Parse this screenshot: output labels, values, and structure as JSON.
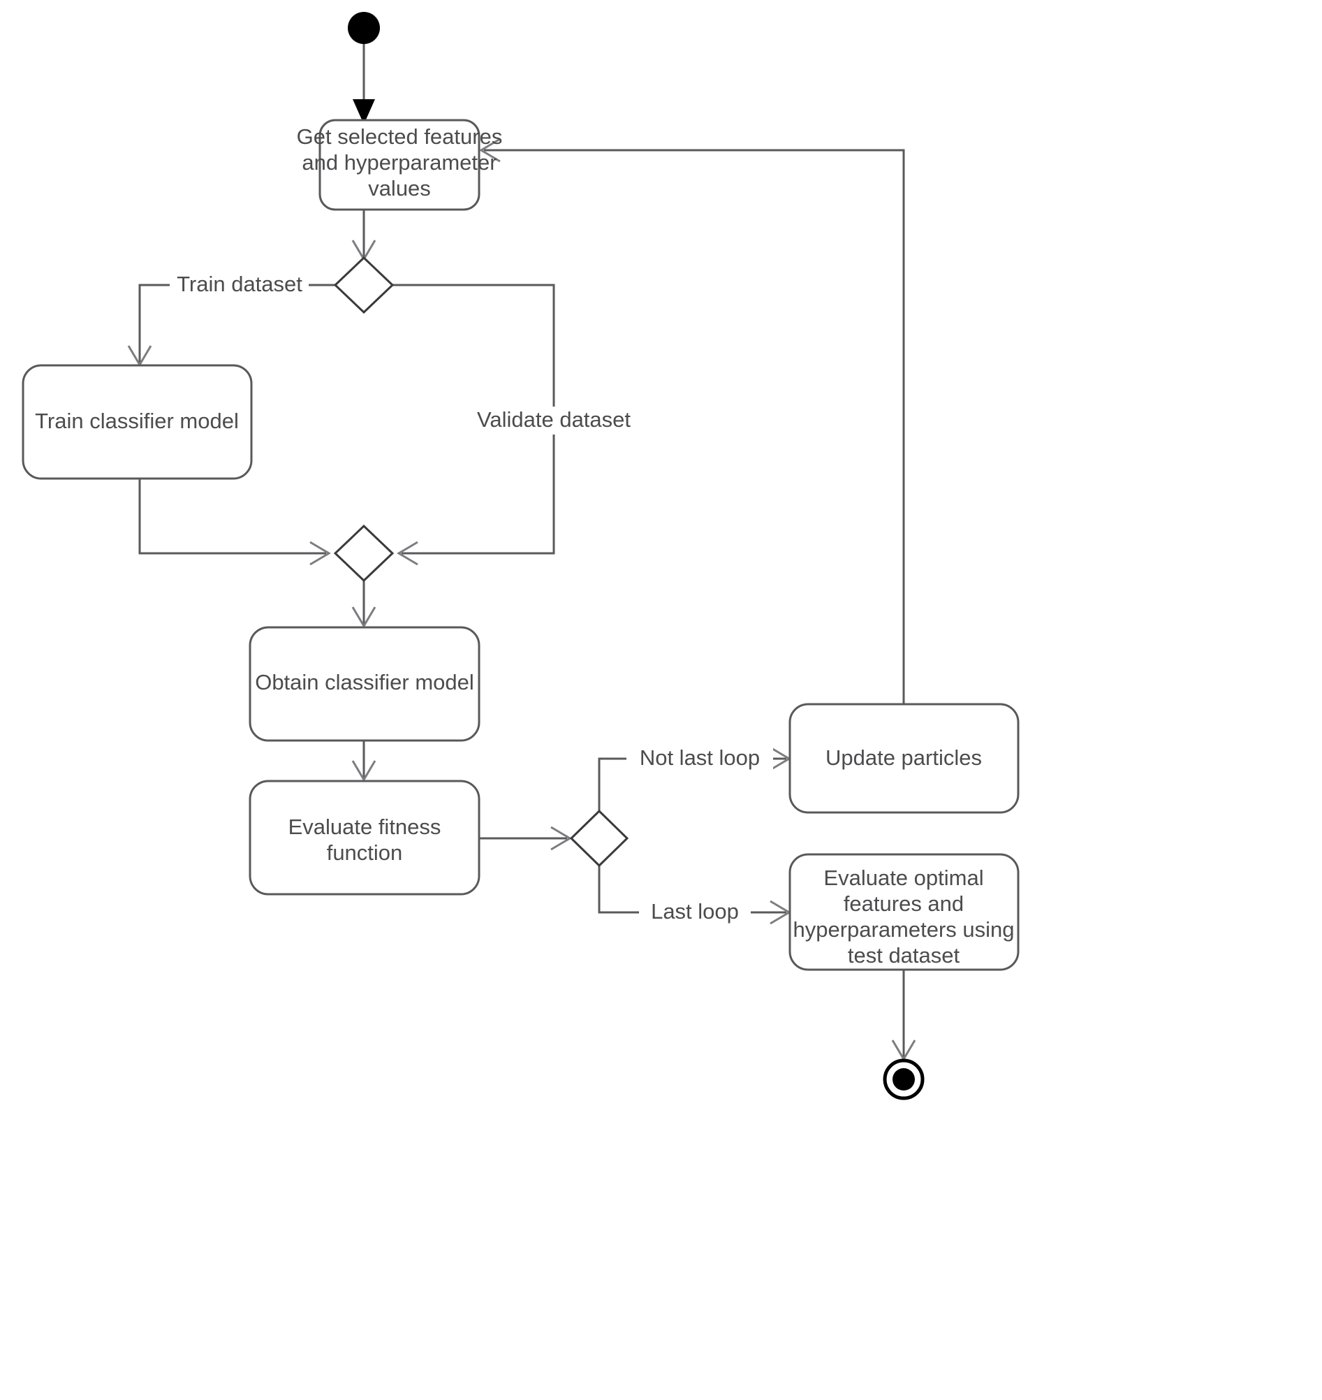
{
  "diagram": {
    "type": "uml-activity-diagram",
    "title": "",
    "background_color": "#ffffff",
    "line_color": "#5a5a5c",
    "text_color": "#4c4c4e",
    "nodes": [
      {
        "id": "start",
        "kind": "initial-node",
        "label": ""
      },
      {
        "id": "get-features",
        "kind": "activity",
        "label": "Get selected features and hyperparameter values",
        "lines": [
          "Get selected features",
          "and hyperparameter",
          "values"
        ]
      },
      {
        "id": "fork-dataset",
        "kind": "decision",
        "label": ""
      },
      {
        "id": "train-model",
        "kind": "activity",
        "label": "Train classifier model",
        "lines": [
          "Train classifier model"
        ]
      },
      {
        "id": "merge-dataset",
        "kind": "merge",
        "label": ""
      },
      {
        "id": "obtain-model",
        "kind": "activity",
        "label": "Obtain classifier model",
        "lines": [
          "Obtain classifier model"
        ]
      },
      {
        "id": "evaluate-fitness",
        "kind": "activity",
        "label": "Evaluate fitness function",
        "lines": [
          "Evaluate fitness",
          "function"
        ]
      },
      {
        "id": "loop-decision",
        "kind": "decision",
        "label": ""
      },
      {
        "id": "update-particles",
        "kind": "activity",
        "label": "Update particles",
        "lines": [
          "Update particles"
        ]
      },
      {
        "id": "evaluate-optimal",
        "kind": "activity",
        "label": "Evaluate optimal features and hyperparameters using test dataset",
        "lines": [
          "Evaluate optimal",
          "features and",
          "hyperparameters using",
          "test dataset"
        ]
      },
      {
        "id": "end",
        "kind": "final-node",
        "label": ""
      }
    ],
    "edges": [
      {
        "from": "start",
        "to": "get-features",
        "label": ""
      },
      {
        "from": "get-features",
        "to": "fork-dataset",
        "label": ""
      },
      {
        "from": "fork-dataset",
        "to": "train-model",
        "label": "Train dataset"
      },
      {
        "from": "fork-dataset",
        "to": "merge-dataset",
        "label": "Validate dataset"
      },
      {
        "from": "train-model",
        "to": "merge-dataset",
        "label": ""
      },
      {
        "from": "merge-dataset",
        "to": "obtain-model",
        "label": ""
      },
      {
        "from": "obtain-model",
        "to": "evaluate-fitness",
        "label": ""
      },
      {
        "from": "evaluate-fitness",
        "to": "loop-decision",
        "label": ""
      },
      {
        "from": "loop-decision",
        "to": "update-particles",
        "label": "Not last loop"
      },
      {
        "from": "loop-decision",
        "to": "evaluate-optimal",
        "label": "Last loop"
      },
      {
        "from": "update-particles",
        "to": "get-features",
        "label": ""
      },
      {
        "from": "evaluate-optimal",
        "to": "end",
        "label": ""
      }
    ],
    "labels": {
      "node_get_features_l1": "Get selected features",
      "node_get_features_l2": "and hyperparameter",
      "node_get_features_l3": "values",
      "node_train_model": "Train classifier model",
      "node_obtain_model": "Obtain classifier model",
      "node_evaluate_fitness_l1": "Evaluate fitness",
      "node_evaluate_fitness_l2": "function",
      "node_update_particles": "Update particles",
      "node_evaluate_optimal_l1": "Evaluate optimal",
      "node_evaluate_optimal_l2": "features and",
      "node_evaluate_optimal_l3": "hyperparameters using",
      "node_evaluate_optimal_l4": "test dataset",
      "edge_train_dataset": "Train dataset",
      "edge_validate_dataset": "Validate dataset",
      "edge_not_last_loop": "Not last loop",
      "edge_last_loop": "Last loop"
    }
  }
}
